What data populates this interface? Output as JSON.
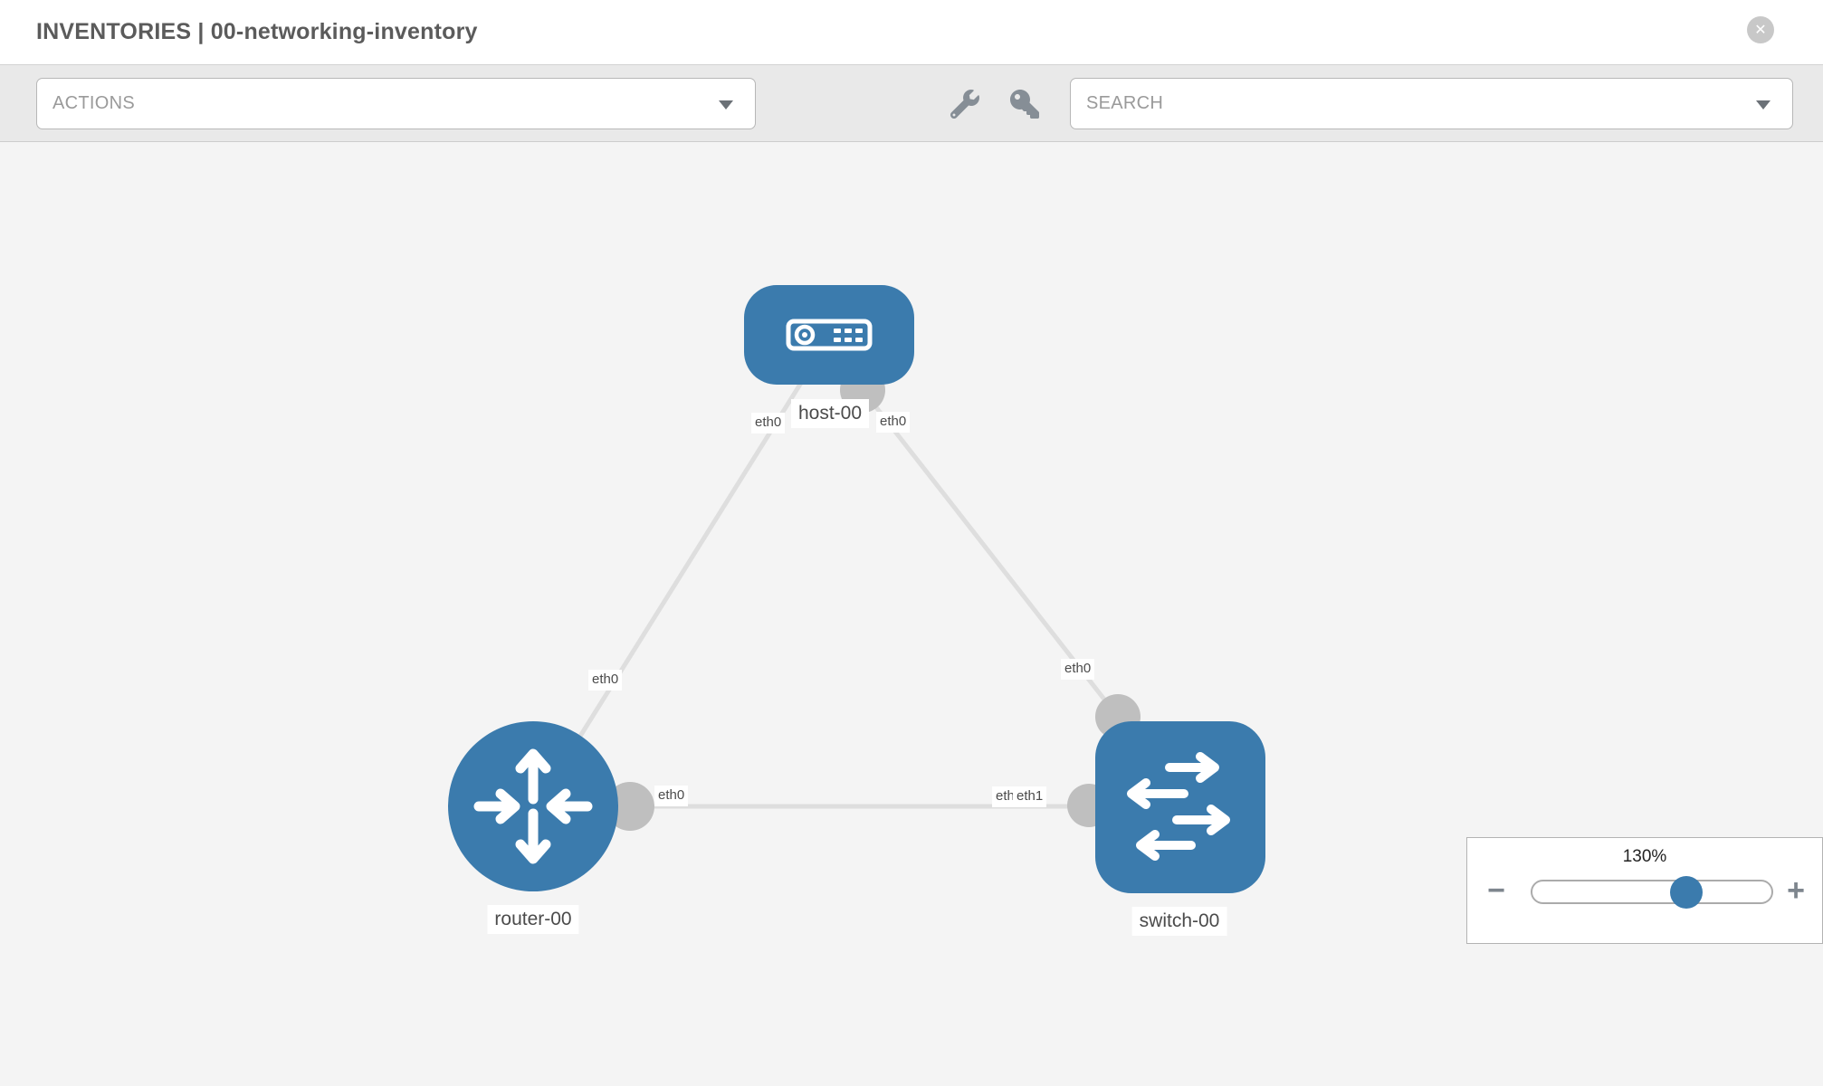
{
  "header": {
    "title": "INVENTORIES | 00-networking-inventory",
    "close_icon": "✕"
  },
  "toolbar": {
    "actions_label": "ACTIONS",
    "search_placeholder": "SEARCH"
  },
  "topology": {
    "nodes": [
      {
        "id": "host-00",
        "type": "host",
        "label": "host-00"
      },
      {
        "id": "router-00",
        "type": "router",
        "label": "router-00"
      },
      {
        "id": "switch-00",
        "type": "switch",
        "label": "switch-00"
      }
    ],
    "links": [
      {
        "source": "host-00",
        "source_interface": "eth0",
        "target": "router-00",
        "target_interface": "eth0"
      },
      {
        "source": "host-00",
        "source_interface": "eth0",
        "target": "switch-00",
        "target_interface": "eth0"
      },
      {
        "source": "router-00",
        "source_interface": "eth0",
        "target": "switch-00",
        "target_interface": "eth1"
      }
    ],
    "labels": {
      "host": "host-00",
      "router": "router-00",
      "switch": "switch-00",
      "link1_host_if": "eth0",
      "link1_router_if": "eth0",
      "link2_host_if": "eth0",
      "link2_switch_if": "eth0",
      "link3_router_if": "eth0",
      "link3_switch_if_overlapped": "eth0",
      "link3_switch_if": "eth1"
    }
  },
  "zoom_control": {
    "level": "130%",
    "minus_icon": "−",
    "plus_icon": "+"
  },
  "colors": {
    "node_blue": "#3b7bad",
    "link_gray": "#dedede",
    "port_gray": "#bfbfbf",
    "canvas_bg": "#f4f4f4"
  }
}
